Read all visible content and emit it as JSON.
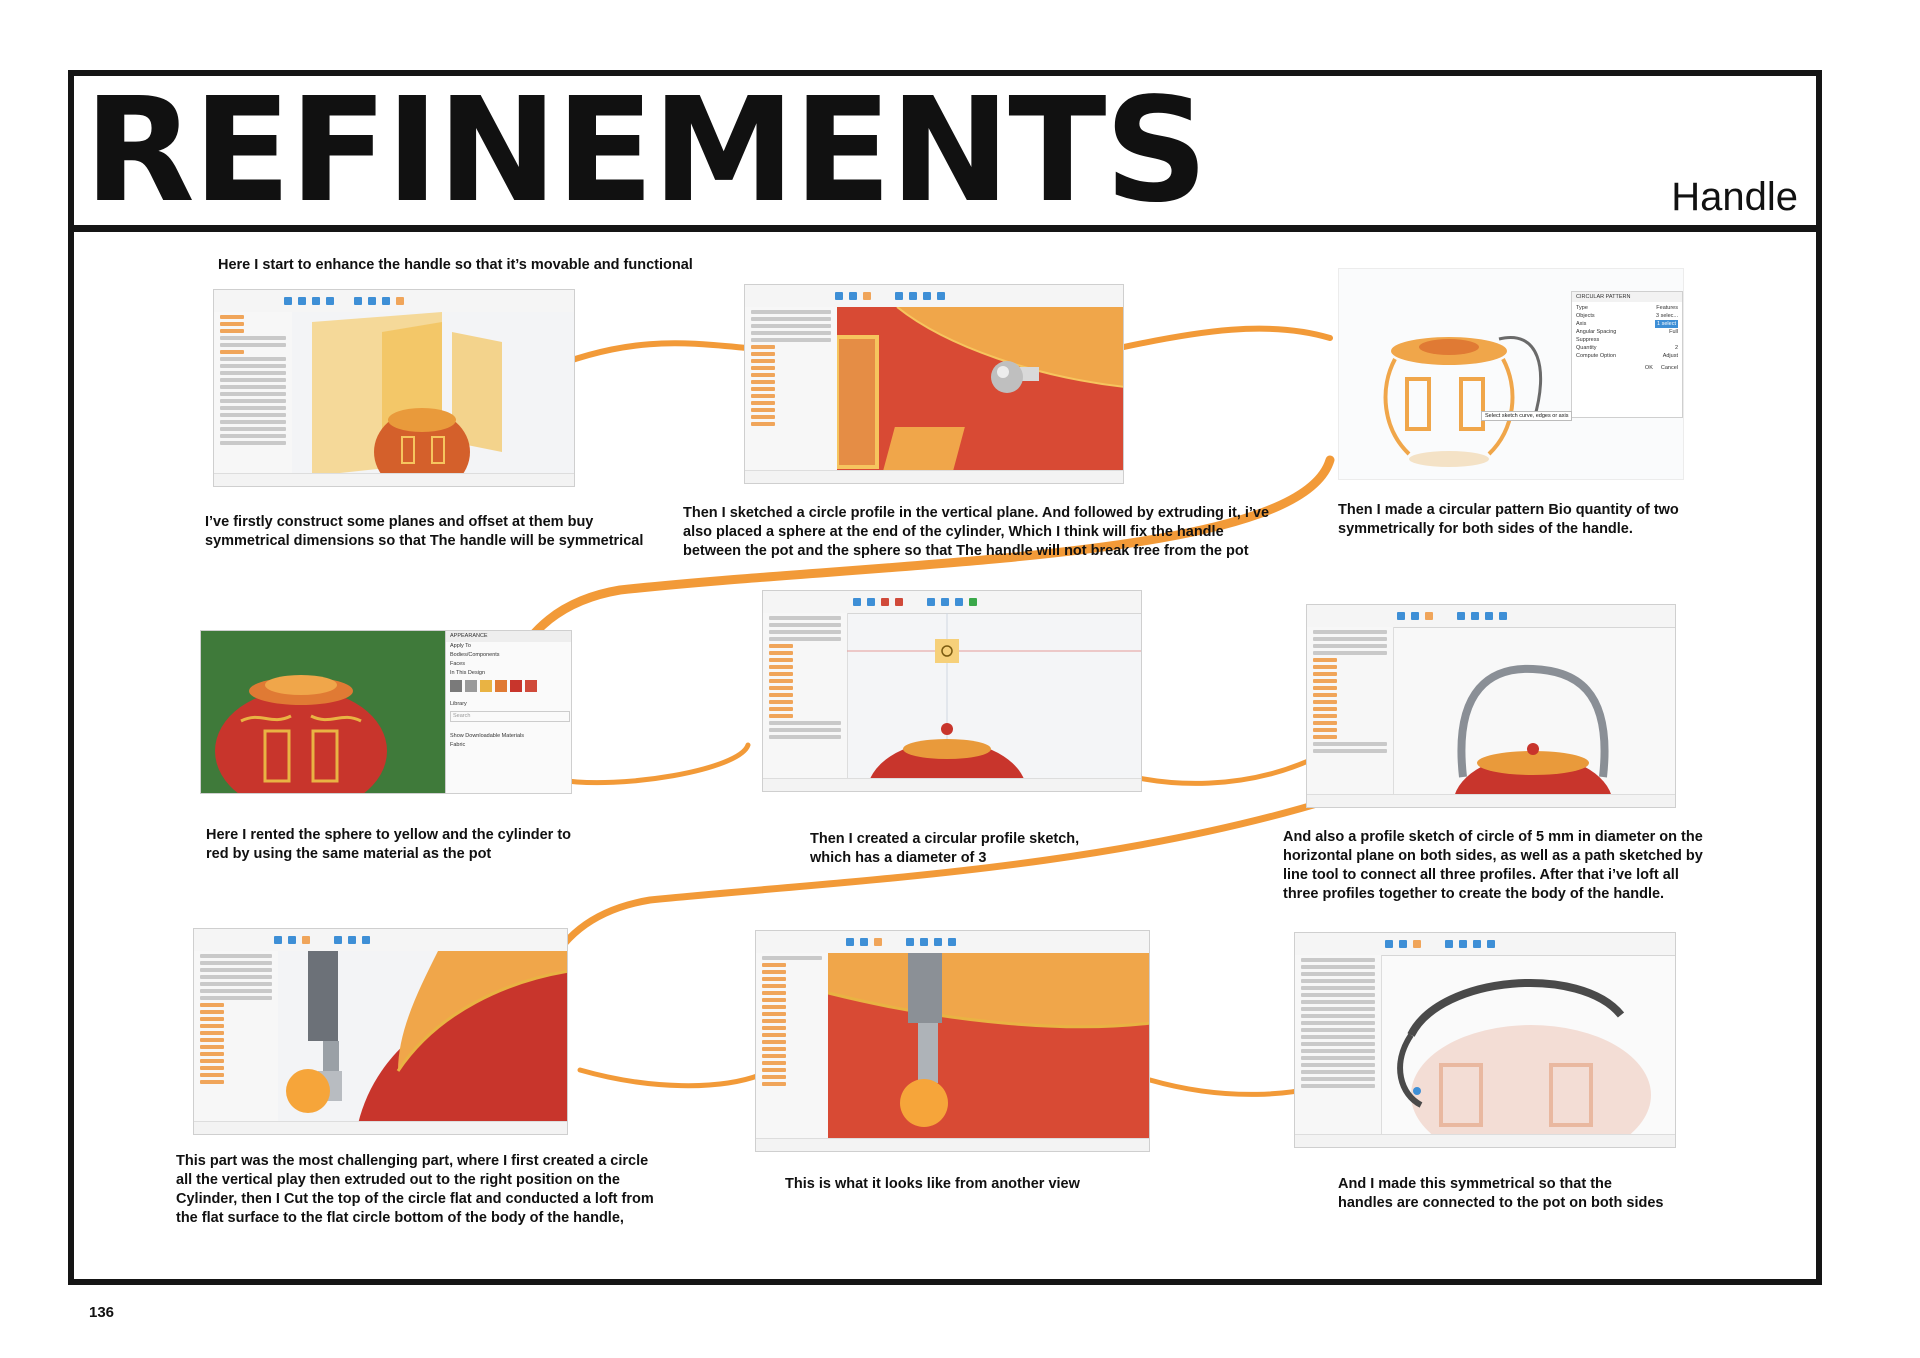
{
  "page": {
    "title": "REFINEMENTS",
    "subtitle": "Handle",
    "page_number": "136"
  },
  "captions": {
    "intro": "Here I start to enhance the handle so that it’s movable and functional",
    "step1": "I’ve firstly construct some planes and offset at them buy symmetrical dimensions so that The handle will be symmetrical",
    "step2": "Then I sketched a circle profile in the vertical plane. And followed by extruding it, i’ve also placed a sphere at the end of the cylinder, Which I think will fix the handle between the pot and the sphere so that The handle will not break free from the pot",
    "step3": "Then I made a circular pattern Bio quantity of two symmetrically for both sides of the handle.",
    "step4": "Here I rented the sphere to yellow and the cylinder to red by using the same material as the pot",
    "step5": "Then I created a circular profile sketch, which has a diameter of 3",
    "step6": "And also a profile sketch of circle of 5 mm in diameter on the horizontal plane on both sides, as well as a path sketched by line tool to connect all three profiles. After that i’ve loft all three profiles together to create the body of the handle.",
    "step7": "This part was the most challenging part, where I first created a circle all the vertical play then extruded out to the right position on the Cylinder, then I Cut the top of the circle flat and conducted a loft from the flat surface to the flat circle bottom of the body of the handle,",
    "step8": "This is what it looks like from another view",
    "step9": "And I made this symmetrical so that the handles are connected to the pot on both sides"
  },
  "panel_circular_pattern": {
    "header": "CIRCULAR PATTERN",
    "rows": [
      {
        "label": "Type",
        "value": "Features"
      },
      {
        "label": "Objects",
        "value": "3 selec..."
      },
      {
        "label": "Axis",
        "value": "1 select"
      },
      {
        "label": "Angular Spacing",
        "value": "Full"
      },
      {
        "label": "Suppress",
        "value": ""
      },
      {
        "label": "Quantity",
        "value": "2"
      },
      {
        "label": "Compute Option",
        "value": "Adjust"
      }
    ],
    "ok": "OK",
    "cancel": "Cancel",
    "hint": "Select sketch curve, edges or axis"
  },
  "panel_appearance": {
    "header": "APPEARANCE",
    "apply_to": "Apply To",
    "bodies": "Bodies/Components",
    "faces": "Faces",
    "in_design": "In This Design",
    "library": "Library",
    "search": "Search",
    "show_downloadable": "Show Downloadable Materials",
    "fabric": "Fabric"
  },
  "colors": {
    "accent_orange": "#f29a38",
    "pot_red": "#c8352c",
    "pot_orange": "#e9742d",
    "gold": "#e9b343",
    "green_bg": "#3f7a3a",
    "frame": "#151515"
  }
}
